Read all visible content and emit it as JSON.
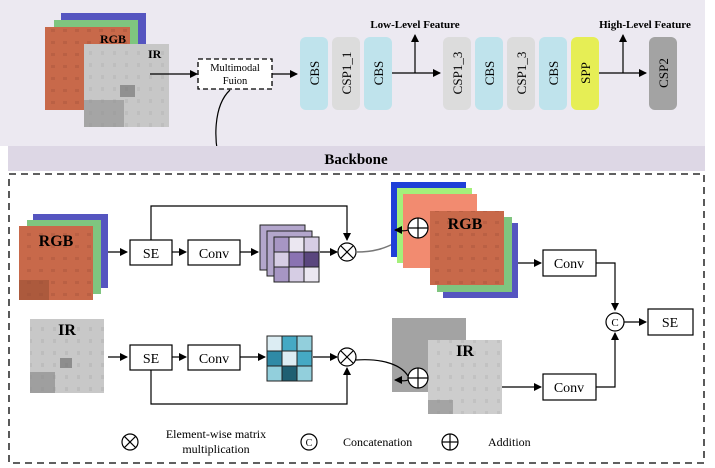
{
  "top_panel": {
    "input_labels": {
      "rgb": "RGB",
      "ir": "IR"
    },
    "fusion_box": {
      "line1": "Multimodal",
      "line2": "Fuion"
    },
    "blocks": [
      {
        "label": "CBS",
        "color": "#bfe3ec"
      },
      {
        "label": "CSP1_1",
        "color": "#dcdcdc"
      },
      {
        "label": "CBS",
        "color": "#bfe3ec"
      },
      {
        "label": "CSP1_3",
        "color": "#dcdcdc"
      },
      {
        "label": "CBS",
        "color": "#bfe3ec"
      },
      {
        "label": "CSP1_3",
        "color": "#dcdcdc"
      },
      {
        "label": "CBS",
        "color": "#bfe3ec"
      },
      {
        "label": "SPP",
        "color": "#e6ee55"
      },
      {
        "label": "CSP2",
        "color": "#a3a3a3"
      }
    ],
    "low_level_label": "Low-Level Feature",
    "high_level_label": "High-Level Feature",
    "background_color": "#ece9f1"
  },
  "backbone_band": {
    "label": "Backbone",
    "color": "#ddd7e5"
  },
  "detail_panel": {
    "rgb_branch": {
      "input_label": "RGB",
      "se_label": "SE",
      "conv_label": "Conv",
      "output_label": "RGB",
      "out_conv_label": "Conv",
      "kernel_colors": [
        "#a796c4",
        "#ebe7f1",
        "#d6cde4",
        "#d6cde4",
        "#8a73b2",
        "#5a467e",
        "#a796c4",
        "#d6cde4",
        "#ebe7f1"
      ]
    },
    "ir_branch": {
      "input_label": "IR",
      "se_label": "SE",
      "conv_label": "Conv",
      "output_label": "IR",
      "out_conv_label": "Conv",
      "kernel_colors": [
        "#dcedf3",
        "#45a9c4",
        "#92cfdc",
        "#2f8aa6",
        "#dcedf3",
        "#45a9c4",
        "#92cfdc",
        "#1f5f72",
        "#92cfdc"
      ]
    },
    "merge": {
      "concat_symbol": "C",
      "se_label": "SE"
    }
  },
  "legend": [
    {
      "symbol": "otimes",
      "text_line1": "Element-wise matrix",
      "text_line2": "multiplication"
    },
    {
      "symbol": "concat",
      "text_line1": "Concatenation"
    },
    {
      "symbol": "oplus",
      "text_line1": "Addition"
    }
  ]
}
